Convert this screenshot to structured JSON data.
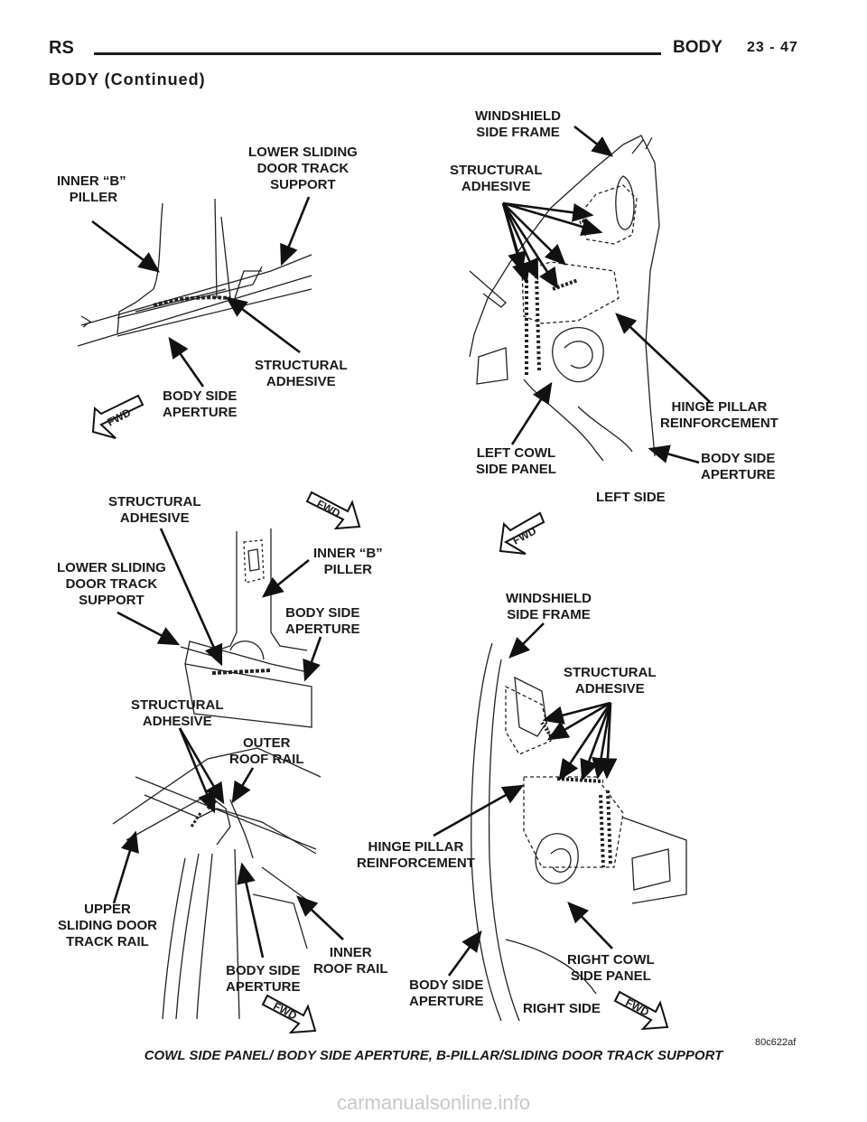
{
  "header": {
    "section_code": "RS",
    "section_title": "BODY",
    "page_number": "23 - 47",
    "continued": "BODY (Continued)"
  },
  "figure": {
    "labels": {
      "inner_b_piller_top": "INNER “B”\n PILLER",
      "lower_sliding_top": "LOWER SLIDING\nDOOR TRACK\nSUPPORT",
      "structural_adhesive_tl": "STRUCTURAL\nADHESIVE",
      "body_side_aperture_tl": "BODY SIDE\nAPERTURE",
      "windshield_frame_top": "WINDSHIELD\nSIDE FRAME",
      "structural_adhesive_tr": "STRUCTURAL\nADHESIVE",
      "hinge_pillar_top": "HINGE PILLAR\nREINFORCEMENT",
      "left_cowl": "LEFT COWL\nSIDE PANEL",
      "body_side_aperture_tr": "BODY SIDE\nAPERTURE",
      "left_side": "LEFT SIDE",
      "structural_adhesive_ml": "STRUCTURAL\nADHESIVE",
      "lower_sliding_ml": "LOWER SLIDING\nDOOR TRACK\nSUPPORT",
      "inner_b_piller_ml": "INNER “B”\nPILLER",
      "body_side_aperture_ml": "BODY SIDE\nAPERTURE",
      "structural_adhesive_bl": "STRUCTURAL\nADHESIVE",
      "outer_roof_rail": "OUTER\nROOF RAIL",
      "upper_sliding": "UPPER\nSLIDING DOOR\nTRACK RAIL",
      "body_side_aperture_bl": "BODY SIDE\nAPERTURE",
      "inner_roof_rail": "INNER\nROOF RAIL",
      "windshield_frame_br": "WINDSHIELD\nSIDE FRAME",
      "structural_adhesive_br": "STRUCTURAL\nADHESIVE",
      "hinge_pillar_br": "HINGE PILLAR\nREINFORCEMENT",
      "body_side_aperture_br": "BODY SIDE\nAPERTURE",
      "right_cowl": "RIGHT COWL\nSIDE PANEL",
      "right_side": "RIGHT SIDE"
    },
    "fwd_label": "FWD",
    "ref_code": "80c622af",
    "caption": "COWL SIDE PANEL/ BODY SIDE APERTURE, B-PILLAR/SLIDING DOOR TRACK SUPPORT"
  },
  "footer": {
    "watermark": "carmanualsonline.info"
  }
}
